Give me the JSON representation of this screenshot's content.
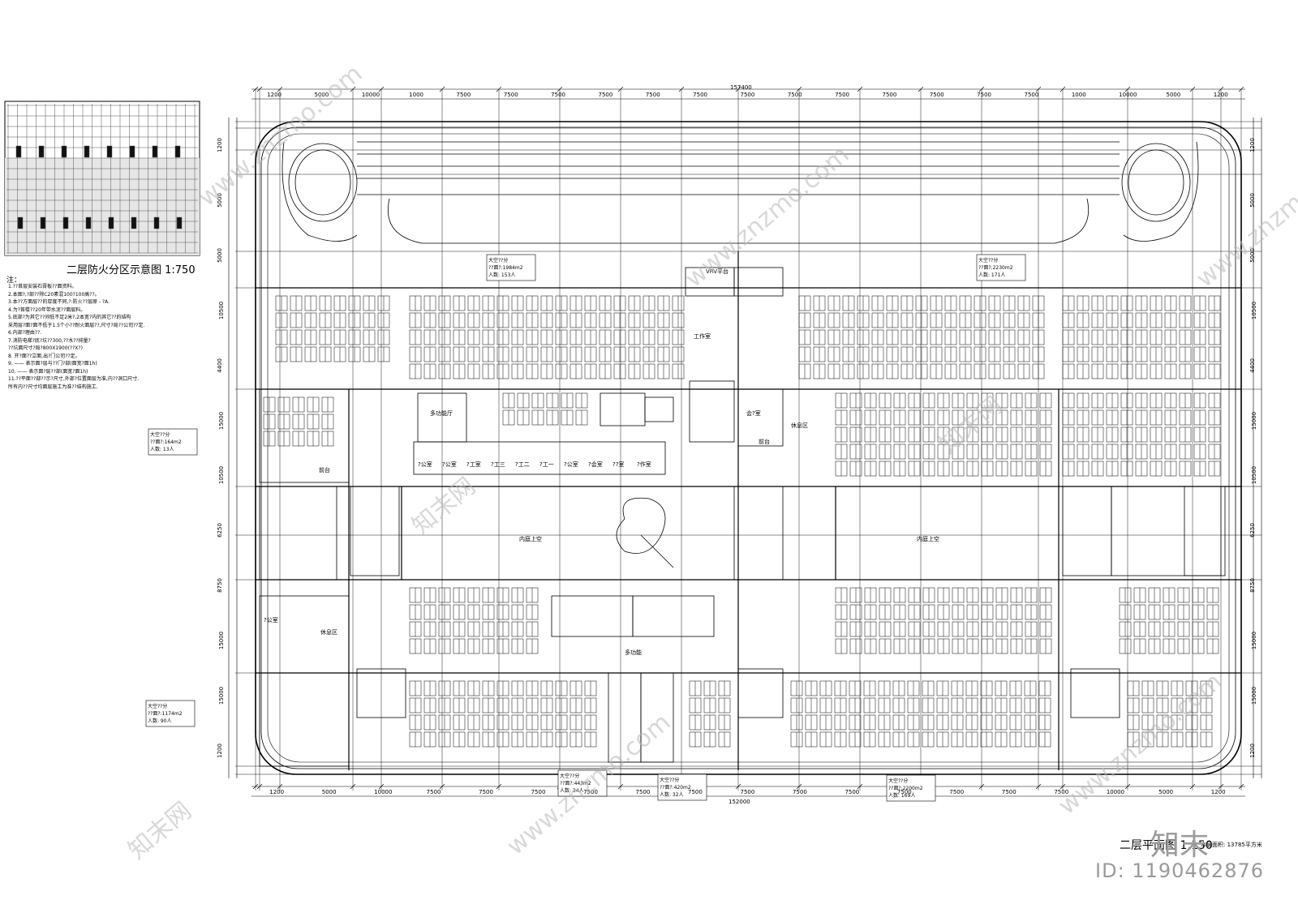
{
  "drawing": {
    "fire_zone_title": "二层防火分区示意图 1:750",
    "notes_title": "注：",
    "notes": [
      "1.??首层安装石膏板??面资料。",
      "2.本图?,?部??除C20素混100?100高??。",
      "3.本??方面层??的厚度不同,?:防火??层原 - ?A.",
      "4.为?首楼??20年带水泥??面层料。",
      "5.底部?为其它??间低不足2米?,2本宽?内的其它??的结构",
      "  采用层?面?面不低于1.5个小??耐火面层??,尺寸?局??公司??定.",
      "6.内部?理由??.",
      "7.消防电梯?底?坑??300,??水??排量?",
      "  ??坑面尺寸?局?800X1900(??X?)",
      "8. 开?面??立面,出?门公司??定。",
      "9. —— 表示面?层与??门?部(面宽?面1h)",
      "10. —— 表示面?层??部(面宽?面1h)",
      "11.??平面??部??示?尺寸,外部?位置面层为准,内??洞口尺寸.",
      "   所有内??尺寸均面层施工为准??结构施工."
    ],
    "top_total": "157400",
    "bottom_total": "152000",
    "top_dims": [
      "1200",
      "5000",
      "10000",
      "1000",
      "7500",
      "7500",
      "7500",
      "7500",
      "7500",
      "7500",
      "7500",
      "7500",
      "7500",
      "7500",
      "7500",
      "7500",
      "7500",
      "1000",
      "10000",
      "5000",
      "1200"
    ],
    "bottom_dims": [
      "1200",
      "5000",
      "10000",
      "7500",
      "7500",
      "7500",
      "7500",
      "7500",
      "7500",
      "7500",
      "7500",
      "7500",
      "7500",
      "7500",
      "7500",
      "7500",
      "10000",
      "5000",
      "1200"
    ],
    "left_dims": [
      "1200",
      "5000",
      "5000",
      "10500",
      "4400",
      "15000",
      "10500",
      "6250",
      "8750",
      "15000",
      "15000",
      "1200"
    ],
    "right_dims": [
      "1200",
      "5000",
      "5000",
      "10500",
      "4400",
      "15000",
      "10500",
      "6250",
      "8750",
      "15000",
      "15000",
      "1200"
    ],
    "zone_labels": [
      {
        "name": "大空??分",
        "area": "??面?:1984m2",
        "people": "人数: 153人"
      },
      {
        "name": "大空??分",
        "area": "??面?:2230m2",
        "people": "人数: 171人"
      },
      {
        "name": "大空??分",
        "area": "??面?:164m2",
        "people": "人数: 13人"
      },
      {
        "name": "大空??分",
        "area": "??面?:1174m2",
        "people": "人数: 90人"
      },
      {
        "name": "大空??分",
        "area": "??面?:443m2",
        "people": "人数: 34人"
      },
      {
        "name": "大空??分",
        "area": "??面?:420m2",
        "people": "人数: 32人"
      },
      {
        "name": "大空??分",
        "area": "??面?:2200m2",
        "people": "人数: 169人"
      }
    ],
    "room_labels": {
      "vrv": "VRV平台",
      "work1": "工作室",
      "multi1": "多功能厅",
      "multi2": "多功能",
      "atrium_left": "内庭上空",
      "atrium_right": "内庭上空",
      "lounge1": "休息区",
      "lounge2": "休息区",
      "front1": "前台",
      "front2": "前台",
      "rooms": [
        "?公室",
        "?公室",
        "?工室",
        "?工三",
        "?工二",
        "?工一",
        "?公室",
        "?会室",
        "??室",
        "?作室"
      ],
      "meeting": "会?室",
      "office": "?公室"
    },
    "footer_title": "二层平面图 1:150",
    "footer_area": "本层面积: 13785平方米"
  },
  "overlay": {
    "watermarks": [
      "www.znzmo.com",
      "知末网",
      "www.znzmo.com",
      "知末网",
      "www.znzmo.com",
      "知末网",
      "www.znzmo.com",
      "www.znzmo.com"
    ],
    "logo": "知末",
    "id": "ID: 1190462876"
  }
}
